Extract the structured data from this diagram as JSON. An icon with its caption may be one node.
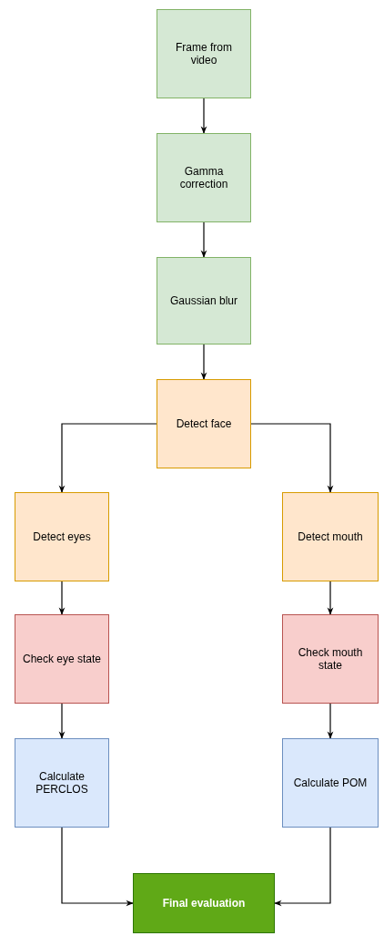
{
  "diagram": {
    "nodes": [
      {
        "text": [
          "Frame from video"
        ]
      },
      {
        "text": [
          "Gamma correction"
        ]
      },
      {
        "text": [
          "Gaussian blur"
        ]
      },
      {
        "text": [
          "Detect face"
        ]
      },
      {
        "text": [
          "Detect eyes"
        ]
      },
      {
        "text": [
          "Detect mouth"
        ]
      },
      {
        "text": [
          "Check eye state"
        ]
      },
      {
        "text": [
          "Check mouth state"
        ]
      },
      {
        "text": [
          "Calculate PERCLOS"
        ]
      },
      {
        "text": [
          "Calculate POM"
        ]
      },
      {
        "text": [
          "Final evaluation"
        ]
      }
    ],
    "edges": [
      {
        "from": 0,
        "to": 1,
        "arrow": "to"
      },
      {
        "from": 1,
        "to": 2,
        "arrow": "to"
      },
      {
        "from": 2,
        "to": 3,
        "arrow": "to"
      },
      {
        "from": 3,
        "to": 4,
        "arrow": "to"
      },
      {
        "from": 3,
        "to": 5,
        "arrow": "to"
      },
      {
        "from": 4,
        "to": 6,
        "arrow": "to"
      },
      {
        "from": 6,
        "to": 8,
        "arrow": "to"
      },
      {
        "from": 5,
        "to": 7,
        "arrow": "to"
      },
      {
        "from": 7,
        "to": 9,
        "arrow": "to"
      },
      {
        "from": 8,
        "to": 10,
        "arrow": "to"
      },
      {
        "from": 9,
        "to": 10,
        "arrow": "to"
      }
    ]
  }
}
